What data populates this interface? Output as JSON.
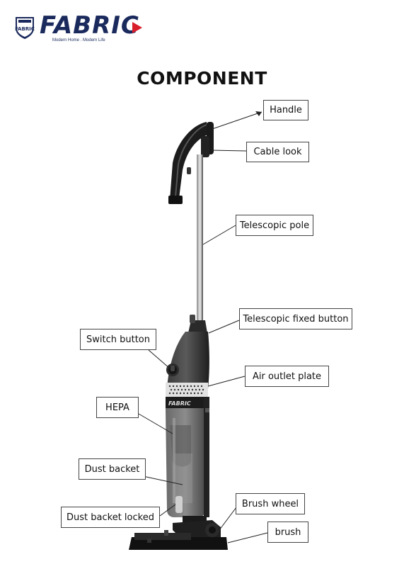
{
  "brand": {
    "name": "FABRIC",
    "tagline": "Modern Home . Modern Life",
    "shield_text": "FABRIC",
    "colors": {
      "navy": "#1b2a5c",
      "red": "#d81e2a"
    }
  },
  "title": "COMPONENT",
  "product_badge": "FABRIC",
  "labels": {
    "handle": "Handle",
    "cable_look": "Cable look",
    "telescopic_pole": "Telescopic pole",
    "telescopic_fixed_button": "Telescopic fixed button",
    "switch_button": "Switch button",
    "air_outlet_plate": "Air outlet plate",
    "hepa": "HEPA",
    "dust_backet": "Dust backet",
    "dust_backet_locked": "Dust backet locked",
    "brush_wheel": "Brush wheel",
    "brush": "brush"
  }
}
